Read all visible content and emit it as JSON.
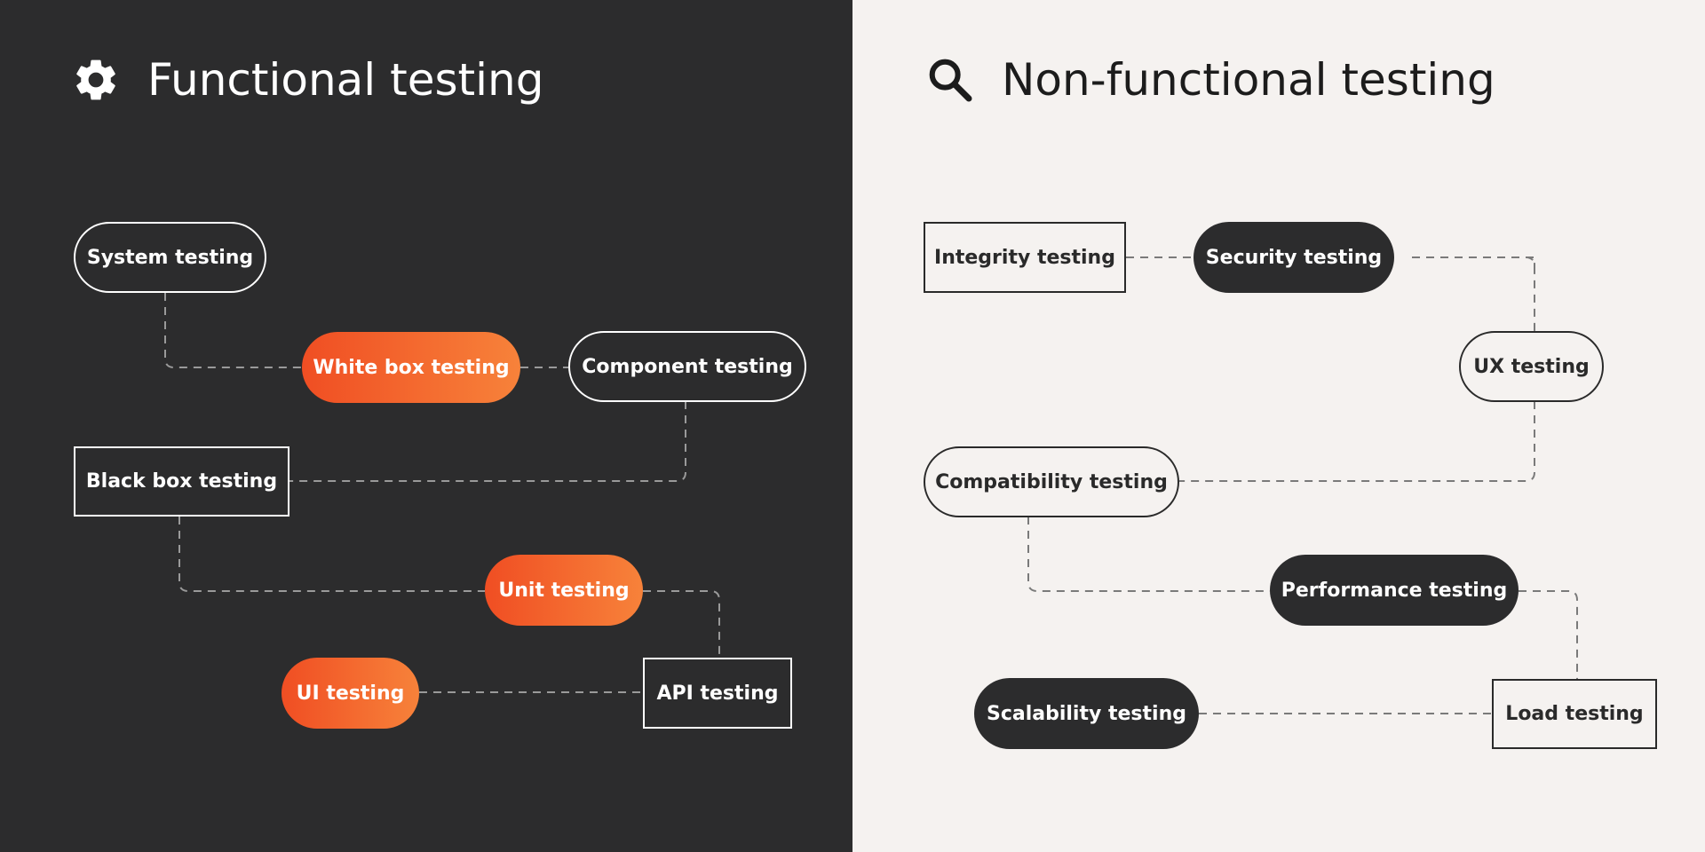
{
  "functional": {
    "title": "Functional testing",
    "icon": "gear-icon",
    "nodes": {
      "system": "System testing",
      "white_box": "White box testing",
      "component": "Component testing",
      "black_box": "Black box testing",
      "unit": "Unit testing",
      "ui": "UI testing",
      "api": "API testing"
    }
  },
  "non_functional": {
    "title": "Non-functional testing",
    "icon": "search-icon",
    "nodes": {
      "integrity": "Integrity testing",
      "security": "Security testing",
      "ux": "UX testing",
      "compatibility": "Compatibility testing",
      "performance": "Performance testing",
      "scalability": "Scalability testing",
      "load": "Load testing"
    }
  },
  "colors": {
    "dark_panel": "#2c2c2d",
    "light_panel": "#f5f2f0",
    "orange_start": "#f04e23",
    "orange_end": "#f7823a",
    "connector_dark": "#9a9a9a",
    "connector_light": "#7a7a7a"
  }
}
